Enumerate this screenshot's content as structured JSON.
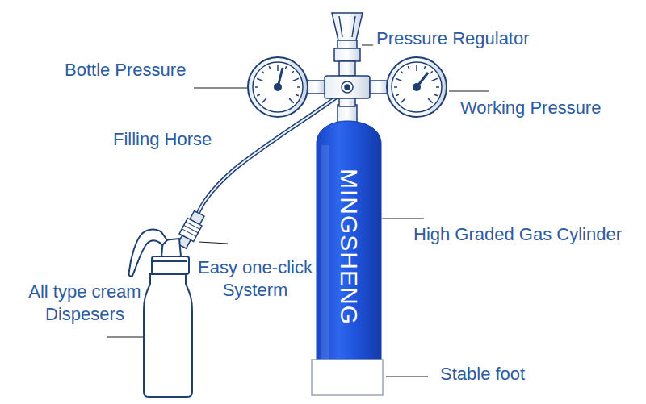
{
  "diagram": {
    "labels": [
      "Pressure Regulator",
      "Bottle Pressure",
      "Working Pressure",
      "Filling Horse",
      "MINGSHENG",
      "High Graded Gas Cylinder",
      "Easy one-click Systerm",
      "All type cream Dispesers",
      "Stable foot"
    ]
  }
}
